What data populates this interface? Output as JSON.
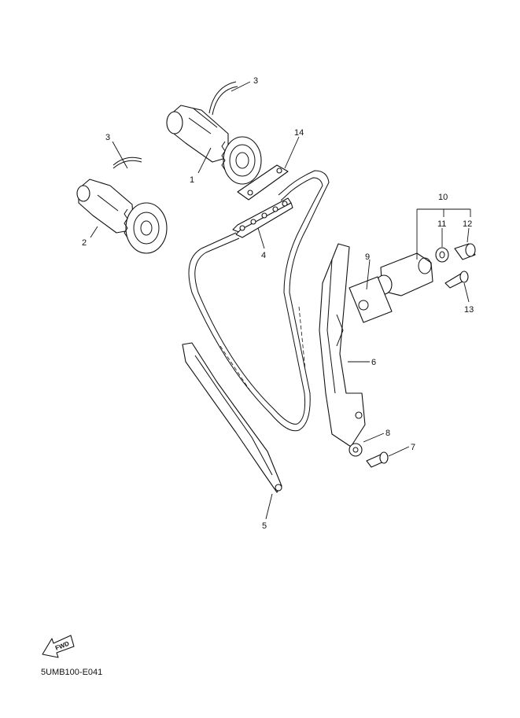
{
  "callouts": {
    "c1": "1",
    "c2": "2",
    "c3a": "3",
    "c3b": "3",
    "c4": "4",
    "c5": "5",
    "c6": "6",
    "c7": "7",
    "c8": "8",
    "c9": "9",
    "c10": "10",
    "c11": "11",
    "c12": "12",
    "c13": "13",
    "c14": "14"
  },
  "fwd_label": "FWD",
  "diagram_code": "5UMB100-E041"
}
